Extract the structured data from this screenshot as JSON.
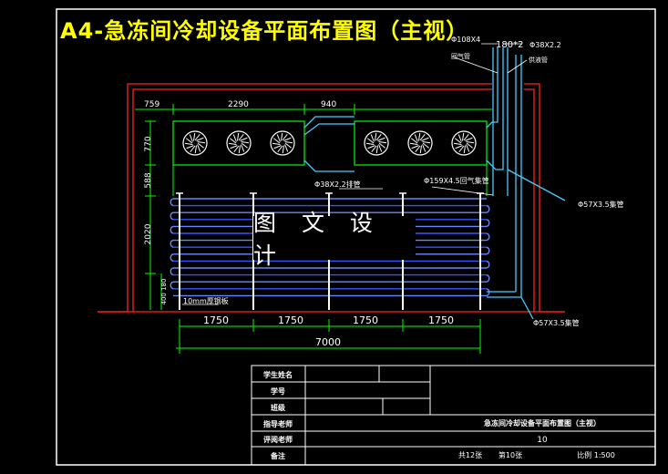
{
  "title": "A4-急冻间冷却设备平面布置图（主视）",
  "watermark": "图 文 设 计",
  "dimensions": {
    "top": [
      "759",
      "2290",
      "940"
    ],
    "left": [
      "770",
      "588",
      "2020",
      "400 180"
    ],
    "bottom_segments": [
      "1750",
      "1750",
      "1750",
      "1750"
    ],
    "bottom_total": "7000"
  },
  "pipe_labels": {
    "top_pipe": "Φ108X4",
    "gap": "180*2",
    "liquid_pipe": "Φ38X2.2",
    "return_gas": "回气管",
    "supply_liquid": "供液管",
    "coil_pipe": "Φ38X2.2排管",
    "return_header": "Φ159X4.5回气集管",
    "supply_header": "Φ57X3.5集管",
    "lower_header": "Φ57X3.5集管",
    "bracket": "10mm厚钢板"
  },
  "title_block": {
    "rows": [
      {
        "label": "学生姓名",
        "value": ""
      },
      {
        "label": "学号",
        "value": ""
      },
      {
        "label": "班级",
        "value": ""
      },
      {
        "label": "指导老师",
        "value": ""
      },
      {
        "label": "评阅老师",
        "value": ""
      },
      {
        "label": "备注",
        "value": ""
      }
    ],
    "drawing_name": "急冻间冷却设备平面布置图（主视）",
    "drawing_no": "10",
    "sheets": "共12张",
    "sheet_no": "第10张",
    "scale": "比例 1:500"
  },
  "colors": {
    "cyan": "#44ccff",
    "white": "#ffffff",
    "green": "#00ff00",
    "red": "#ff2020",
    "yellow": "#ffff00",
    "blue": "#3355ff"
  }
}
